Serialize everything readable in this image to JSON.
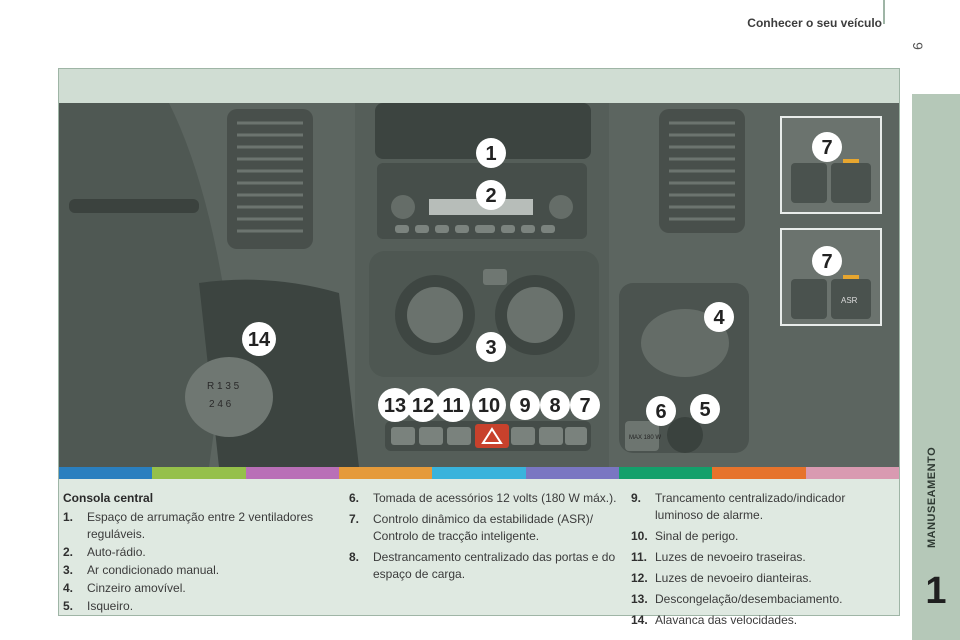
{
  "header": {
    "title": "Conhecer o seu veículo",
    "page_number": "9"
  },
  "side_tab": {
    "label": "MANUSEAMENTO",
    "chapter": "1"
  },
  "colors": {
    "frame_border": "#9fb5a6",
    "frame_bg": "#dfe9e1",
    "side_tab": "#b5c8b8"
  },
  "color_strip": [
    "#2a7fbf",
    "#95c04a",
    "#b96fb7",
    "#e59a3a",
    "#39b3dc",
    "#7a76c2",
    "#13a06b",
    "#e6732c",
    "#d99ab1"
  ],
  "photo": {
    "callouts": [
      "1",
      "2",
      "3",
      "4",
      "5",
      "6",
      "7",
      "8",
      "9",
      "10",
      "11",
      "12",
      "13",
      "14"
    ],
    "inset_callouts": [
      "7",
      "7"
    ],
    "inset_labels": [
      "ASR"
    ],
    "gear_labels": [
      "R 1 3 5",
      "2 4 6"
    ],
    "socket_label": "MAX 180 W"
  },
  "legend": {
    "heading": "Consola central",
    "col1": [
      {
        "num": "1.",
        "text": "Espaço de arrumação entre 2 ventiladores reguláveis."
      },
      {
        "num": "2.",
        "text": "Auto-rádio."
      },
      {
        "num": "3.",
        "text": "Ar condicionado manual."
      },
      {
        "num": "4.",
        "text": "Cinzeiro amovível."
      },
      {
        "num": "5.",
        "text": "Isqueiro."
      }
    ],
    "col2": [
      {
        "num": "6.",
        "text": "Tomada de acessórios 12 volts (180 W máx.)."
      },
      {
        "num": "7.",
        "text": "Controlo dinâmico da estabilidade (ASR)/ Controlo de tracção inteligente."
      },
      {
        "num": "8.",
        "text": "Destrancamento centralizado das portas e do espaço de carga."
      }
    ],
    "col3": [
      {
        "num": "9.",
        "text": "Trancamento centralizado/indicador luminoso de alarme."
      },
      {
        "num": "10.",
        "text": "Sinal de perigo."
      },
      {
        "num": "11.",
        "text": "Luzes de nevoeiro traseiras."
      },
      {
        "num": "12.",
        "text": "Luzes de nevoeiro dianteiras."
      },
      {
        "num": "13.",
        "text": "Descongelação/desembaciamento."
      },
      {
        "num": "14.",
        "text": "Alavanca das velocidades."
      }
    ]
  }
}
